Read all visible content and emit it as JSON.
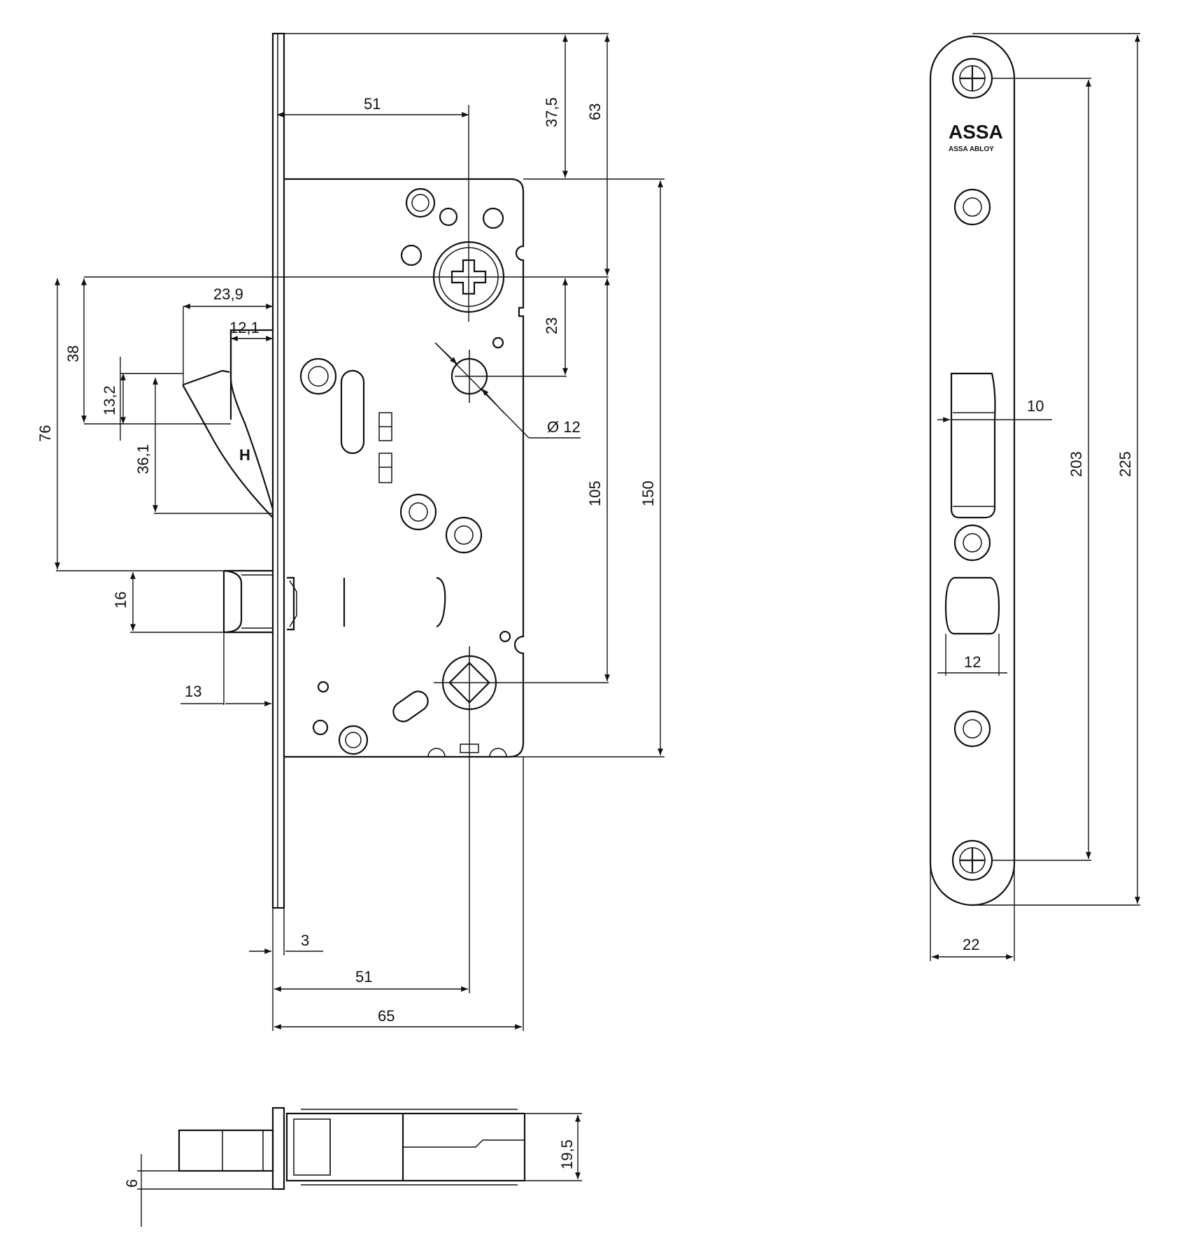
{
  "brand": {
    "logo_text": "ASSA",
    "logo_subtext": "ASSA ABLOY"
  },
  "dimensions": {
    "top_spindle_offset": "51",
    "cylinder_top": "37,5",
    "forend_to_follower": "63",
    "latch_projection": "23,9",
    "latch_face": "12,1",
    "latch_height": "38",
    "latch_bevel": "13,2",
    "backset_height": "76",
    "latch_lower": "36,1",
    "follower_to_hole": "23",
    "hole_diameter": "Ø 12",
    "center_distance": "105",
    "case_height": "150",
    "deadbolt_height": "16",
    "deadbolt_projection": "13",
    "forend_thickness": "3",
    "backset": "51",
    "case_depth": "65",
    "strike_latch_width": "10",
    "strike_bolt_width": "12",
    "screw_centers": "203",
    "strike_length": "225",
    "strike_width": "22",
    "bottom_left": "6",
    "bottom_right": "19,5"
  },
  "views": [
    "side-elevation",
    "strike-plate",
    "bottom-plan"
  ]
}
